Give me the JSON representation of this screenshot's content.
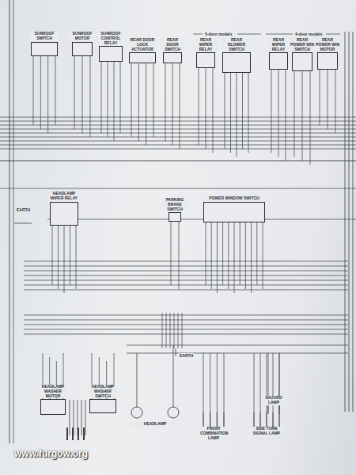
{
  "diagram": {
    "nodes": [
      {
        "text": [
          "SUNROOF SWITCH"
        ]
      },
      {
        "text": [
          "SUNROOF MOTOR"
        ]
      },
      {
        "text": [
          "SUNROOF CONTROL RELAY"
        ]
      },
      {
        "text": [
          "REAR DOOR LOCK ACTUATOR"
        ]
      },
      {
        "text": [
          "REAR DOOR SWITCH"
        ]
      },
      {
        "text": [
          "REAR WIPER RELAY"
        ]
      },
      {
        "text": [
          "REAR BLOWER SWITCH"
        ]
      },
      {
        "text": [
          "REAR WIPER RELAY"
        ]
      },
      {
        "text": [
          "REAR POWER WIN SWITCH"
        ]
      },
      {
        "text": [
          "REAR POWER WIN MOTOR"
        ]
      },
      {
        "text": [
          "HEADLAMP WIPER RELAY"
        ]
      },
      {
        "text": [
          "PARKING BRAKE SWITCH"
        ]
      },
      {
        "text": [
          "POWER WINDOW SWITCH"
        ]
      },
      {
        "text": [
          "HEADLAMP WASHER MOTOR"
        ]
      },
      {
        "text": [
          "HEADLAMP WASHER SWITCH"
        ]
      },
      {
        "text": [
          "HEADLAMP"
        ]
      },
      {
        "text": [
          "FRONT COMBINATION LAMP"
        ]
      },
      {
        "text": [
          "SIDE TURN SIGNAL LAMP"
        ]
      },
      {
        "text": [
          "HAZARD LAMP"
        ]
      }
    ],
    "labels": [
      "5-door models",
      "4-door models",
      "EARTH",
      "EARTH",
      "www.furgow.org"
    ]
  }
}
